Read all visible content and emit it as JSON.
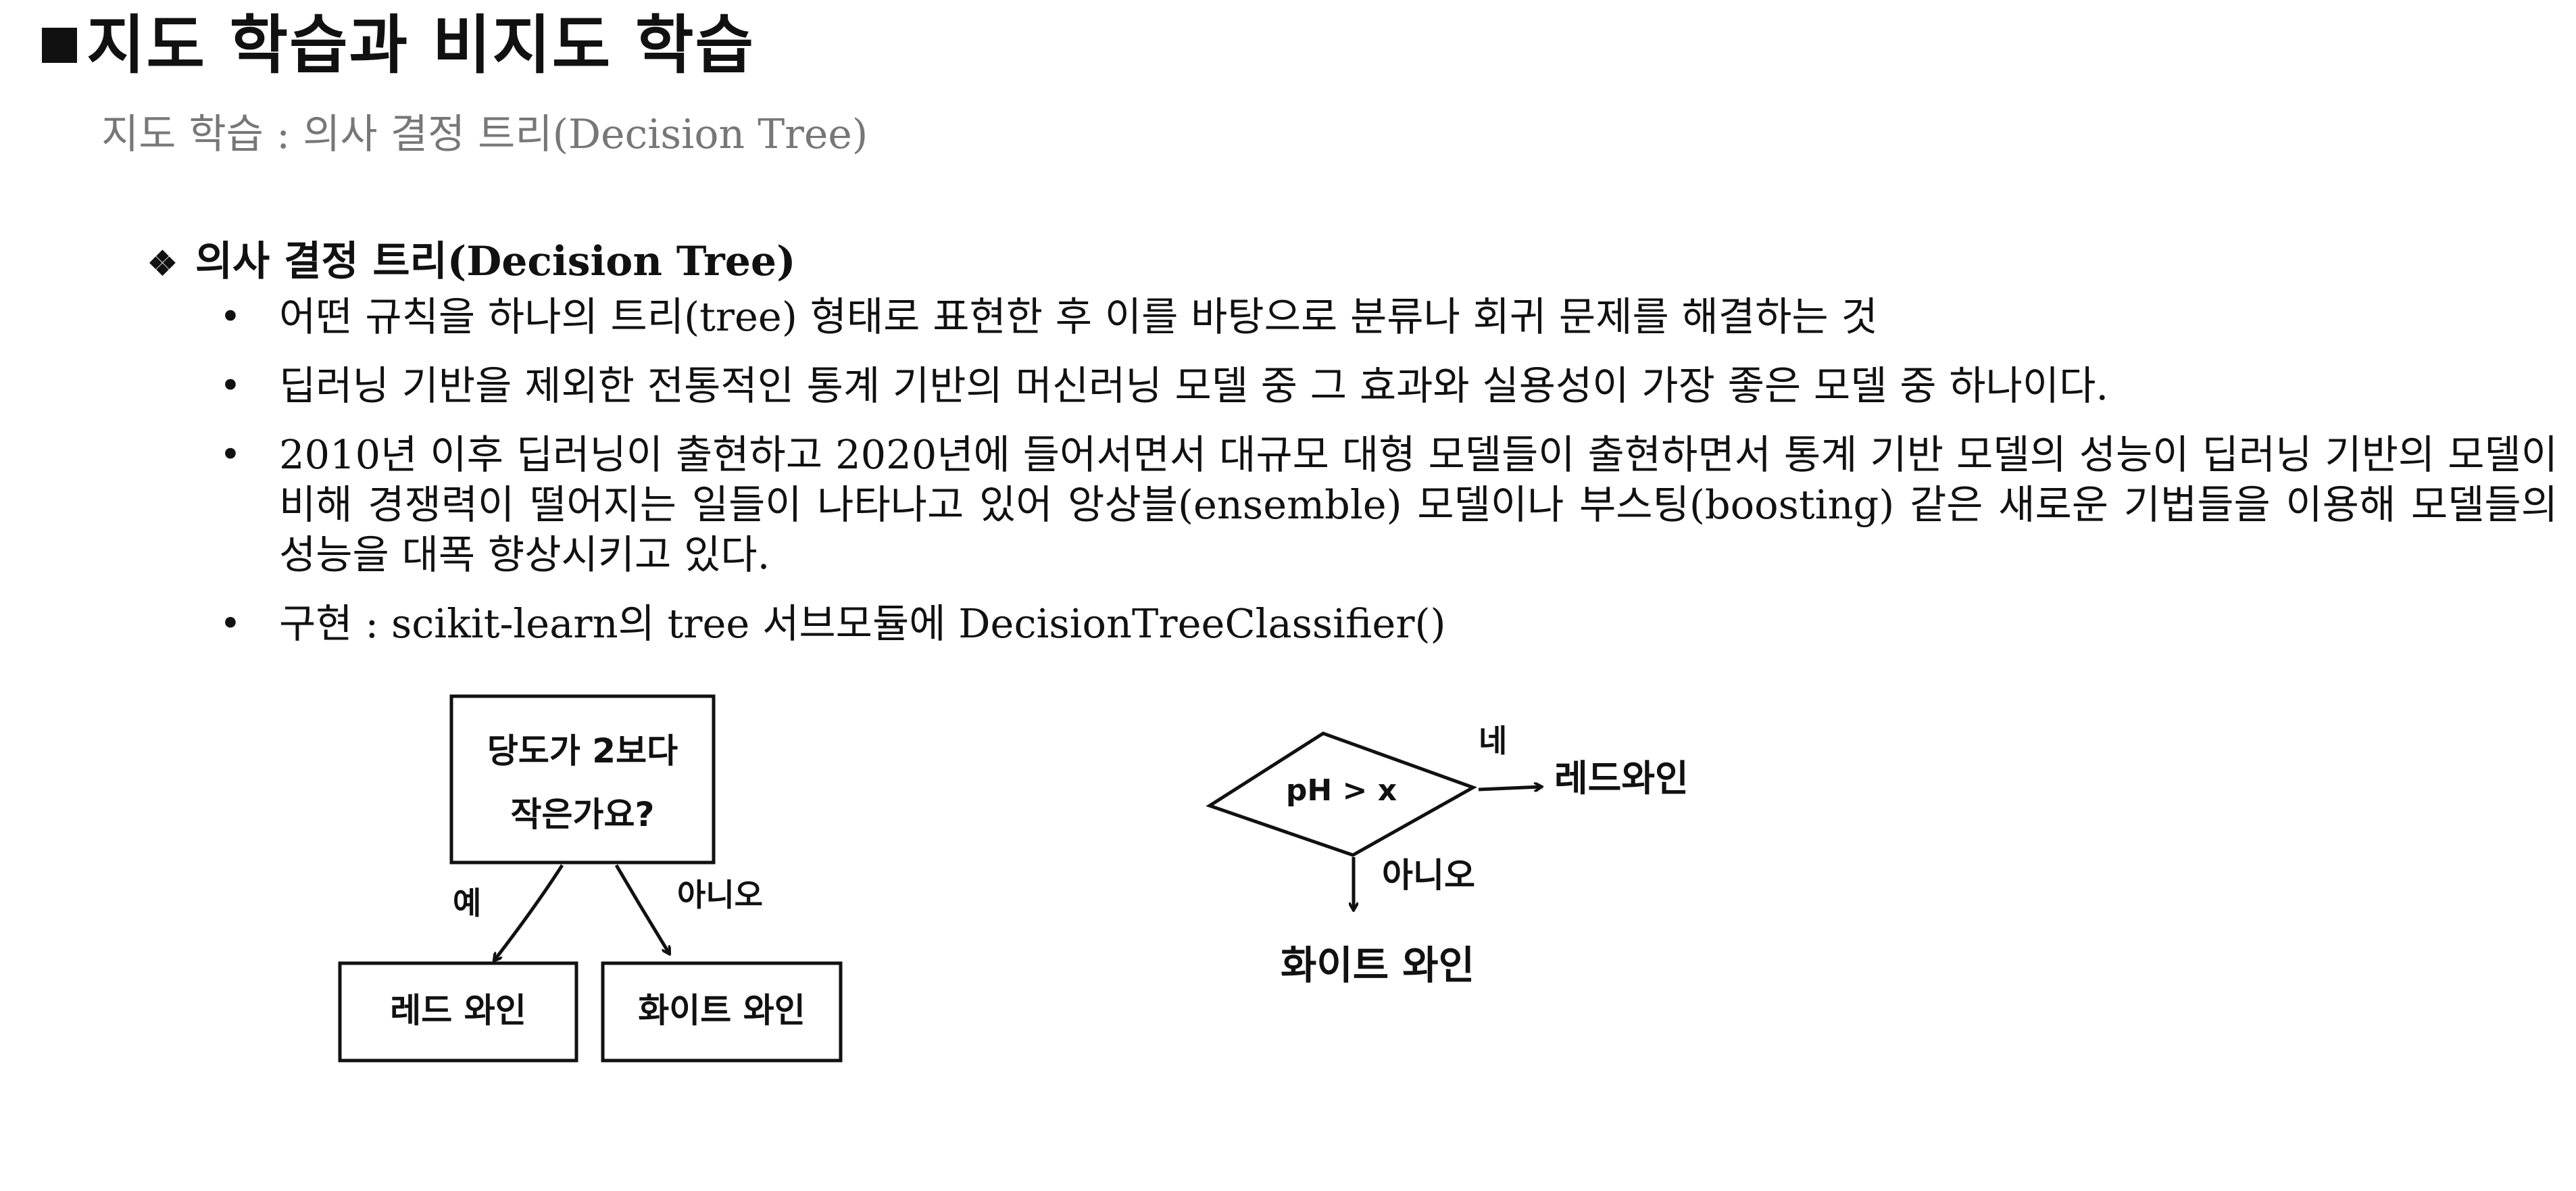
{
  "title": "지도 학습과 비지도 학습",
  "subtitle": "지도 학습 : 의사 결정 트리(Decision Tree)",
  "section": {
    "heading": "의사 결정 트리(Decision Tree)",
    "bullets": [
      "어떤 규칙을 하나의 트리(tree) 형태로 표현한 후 이를 바탕으로 분류나 회귀 문제를 해결하는 것",
      "딥러닝 기반을 제외한 전통적인 통계 기반의 머신러닝 모델 중 그 효과와 실용성이 가장 좋은 모델 중 하나이다.",
      "2010년 이후 딥러닝이 출현하고 2020년에 들어서면서 대규모 대형 모델들이 출현하면서 통계 기반 모델의 성능이 딥러닝 기반의 모델이 비해 경쟁력이 떨어지는 일들이 나타나고 있어 앙상블(ensemble) 모델이나 부스팅(boosting) 같은 새로운 기법들을 이용해 모델들의 성능을 대폭 향상시키고 있다.",
      "구현 : scikit-learn의 tree 서브모듈에 DecisionTreeClassifier()"
    ]
  },
  "diagram_left": {
    "question_line1": "당도가 2보다",
    "question_line2": "작은가요?",
    "yes_label": "예",
    "no_label": "아니오",
    "left_leaf": "레드 와인",
    "right_leaf": "화이트 와인"
  },
  "diagram_right": {
    "condition": "pH > x",
    "yes_label": "네",
    "yes_result": "레드와인",
    "no_label": "아니오",
    "no_result": "화이트 와인"
  }
}
